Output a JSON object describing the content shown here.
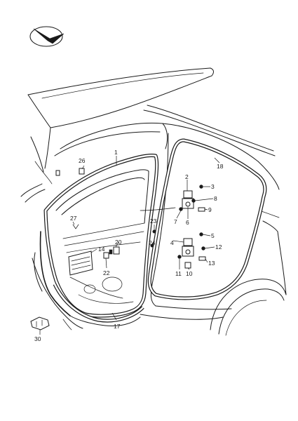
{
  "colors": {
    "ink": "#1a1a1a",
    "background": "#ffffff"
  },
  "logo": {
    "icon": "direction-arrow-badge-icon"
  },
  "callouts": [
    {
      "id": "1",
      "text": "1"
    },
    {
      "id": "2",
      "text": "2"
    },
    {
      "id": "3",
      "text": "3"
    },
    {
      "id": "4",
      "text": "4"
    },
    {
      "id": "5",
      "text": "5"
    },
    {
      "id": "6",
      "text": "6"
    },
    {
      "id": "7",
      "text": "7"
    },
    {
      "id": "8",
      "text": "8"
    },
    {
      "id": "9",
      "text": "9"
    },
    {
      "id": "10",
      "text": "10"
    },
    {
      "id": "11",
      "text": "11"
    },
    {
      "id": "12",
      "text": "12"
    },
    {
      "id": "13",
      "text": "13"
    },
    {
      "id": "14",
      "text": "14"
    },
    {
      "id": "17",
      "text": "17"
    },
    {
      "id": "18",
      "text": "18"
    },
    {
      "id": "20",
      "text": "20"
    },
    {
      "id": "22",
      "text": "22"
    },
    {
      "id": "23",
      "text": "23"
    },
    {
      "id": "24",
      "text": "24"
    },
    {
      "id": "26",
      "text": "26"
    },
    {
      "id": "27",
      "text": "27"
    },
    {
      "id": "30",
      "text": "30"
    }
  ]
}
